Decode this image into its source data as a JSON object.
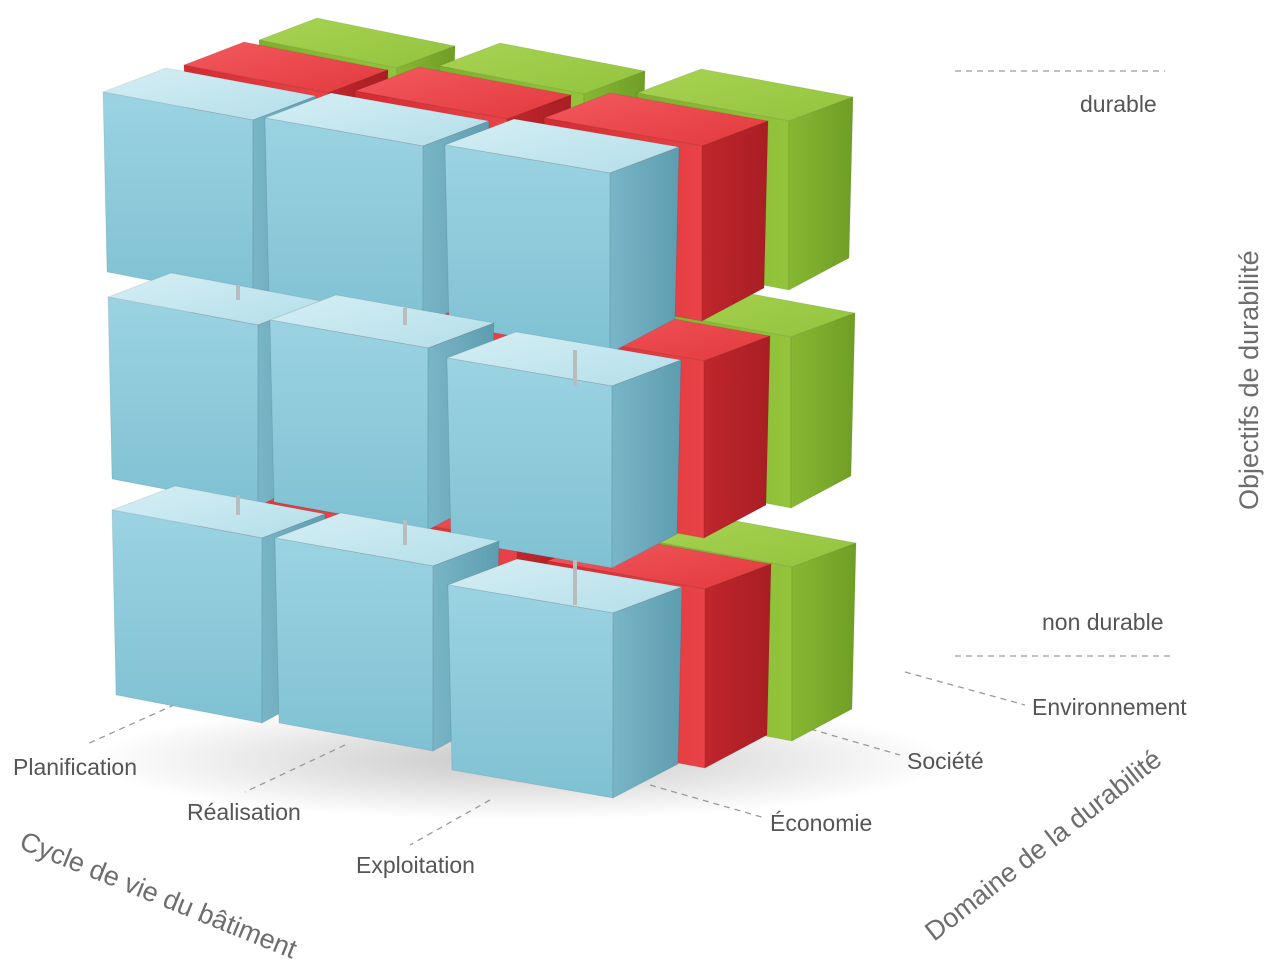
{
  "colors": {
    "blue": "#8ccbdb",
    "red": "#e2343a",
    "green": "#8ec23a",
    "label_text": "#555555",
    "title_text": "#6d6d6d"
  },
  "axes": {
    "lifecycle": {
      "title": "Cycle de vie du bâtiment",
      "items": [
        "Planification",
        "Réalisation",
        "Exploitation"
      ]
    },
    "domain": {
      "title": "Domaine de la durabilité",
      "items": [
        "Économie",
        "Société",
        "Environnement"
      ]
    },
    "objectives": {
      "title": "Objectifs de durabilité",
      "top": "durable",
      "bottom": "non durable"
    }
  }
}
